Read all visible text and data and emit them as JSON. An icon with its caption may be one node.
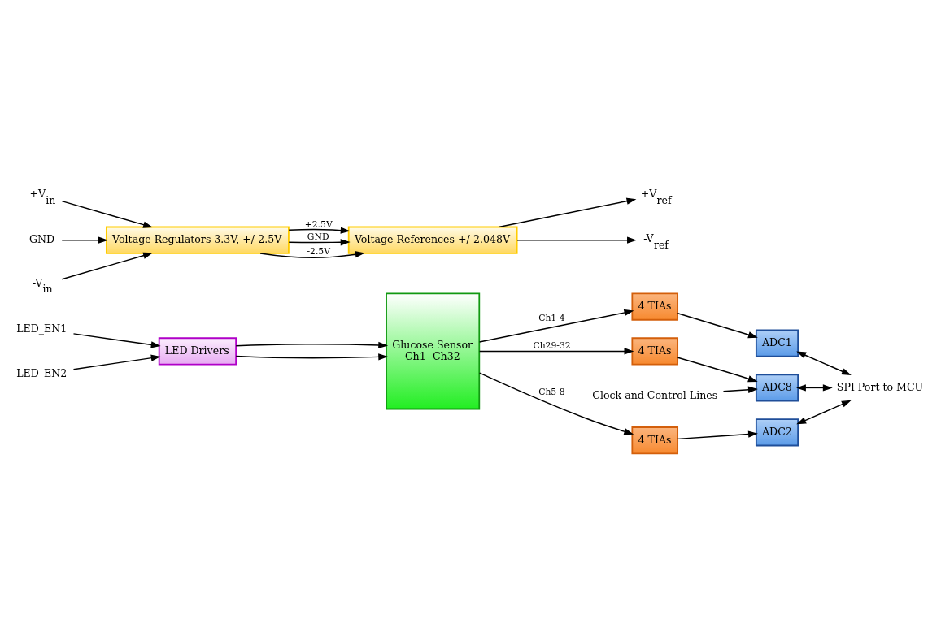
{
  "diagram": {
    "nodes": [
      {
        "text": [
          "Glucose Sensor",
          "Ch1- Ch32"
        ]
      },
      {
        "text": [
          "4 TIAs"
        ]
      },
      {
        "text": [
          "4 TIAs"
        ]
      },
      {
        "text": [
          "4 TIAs"
        ]
      },
      {
        "text": [
          "ADC1"
        ]
      },
      {
        "text": [
          "ADC2"
        ]
      },
      {
        "text": [
          "ADC8"
        ]
      },
      {
        "text": [
          "LED Drivers"
        ]
      },
      {
        "text": [
          "Voltage Regulators 3.3V, +/-2.5V"
        ]
      },
      {
        "text": [
          "Voltage References +/-2.048V"
        ]
      },
      {
        "text": [
          "SPI Port to MCU"
        ]
      },
      {
        "text": [
          "LED_EN1"
        ]
      },
      {
        "text": [
          "LED_EN2"
        ]
      },
      {
        "text": [
          "Clock and Control Lines"
        ]
      },
      {
        "text": [
          "+V$_{in}$"
        ]
      },
      {
        "text": [
          "GND"
        ]
      },
      {
        "text": [
          "-V$_{in}$"
        ]
      },
      {
        "text": [
          "+V$_{ref}$"
        ]
      },
      {
        "text": [
          "-V$_{ref}$"
        ]
      }
    ],
    "edges": [
      {
        "from": 0,
        "to": 1,
        "arrow": "to",
        "label": "Ch1-4"
      },
      {
        "from": 0,
        "to": 2,
        "arrow": "to",
        "label": "Ch5-8"
      },
      {
        "from": 0,
        "to": 3,
        "arrow": "to",
        "label": "Ch29-32"
      },
      {
        "from": 1,
        "to": 4,
        "arrow": "to"
      },
      {
        "from": 2,
        "to": 5,
        "arrow": "to"
      },
      {
        "from": 3,
        "to": 6,
        "arrow": "to"
      },
      {
        "from": 4,
        "to": 10,
        "arrow": "both"
      },
      {
        "from": 5,
        "to": 10,
        "arrow": "both"
      },
      {
        "from": 6,
        "to": 10,
        "arrow": "both"
      },
      {
        "from": 7,
        "to": 0,
        "arrow": "to"
      },
      {
        "from": 7,
        "to": 0,
        "arrow": "to"
      },
      {
        "from": 11,
        "to": 7,
        "arrow": "to"
      },
      {
        "from": 12,
        "to": 7,
        "arrow": "to"
      },
      {
        "from": 13,
        "to": 6,
        "arrow": "to"
      },
      {
        "from": 14,
        "to": 8,
        "arrow": "to"
      },
      {
        "from": 15,
        "to": 8,
        "arrow": "to"
      },
      {
        "from": 16,
        "to": 8,
        "arrow": "to"
      },
      {
        "from": 8,
        "to": 9,
        "arrow": "to",
        "label": "+2.5V"
      },
      {
        "from": 8,
        "to": 9,
        "arrow": "to",
        "label": "GND"
      },
      {
        "from": 8,
        "to": 9,
        "arrow": "to",
        "label": "-2.5V"
      },
      {
        "from": 9,
        "to": 17,
        "arrow": "to"
      },
      {
        "from": 9,
        "to": 18,
        "arrow": "to"
      }
    ]
  }
}
